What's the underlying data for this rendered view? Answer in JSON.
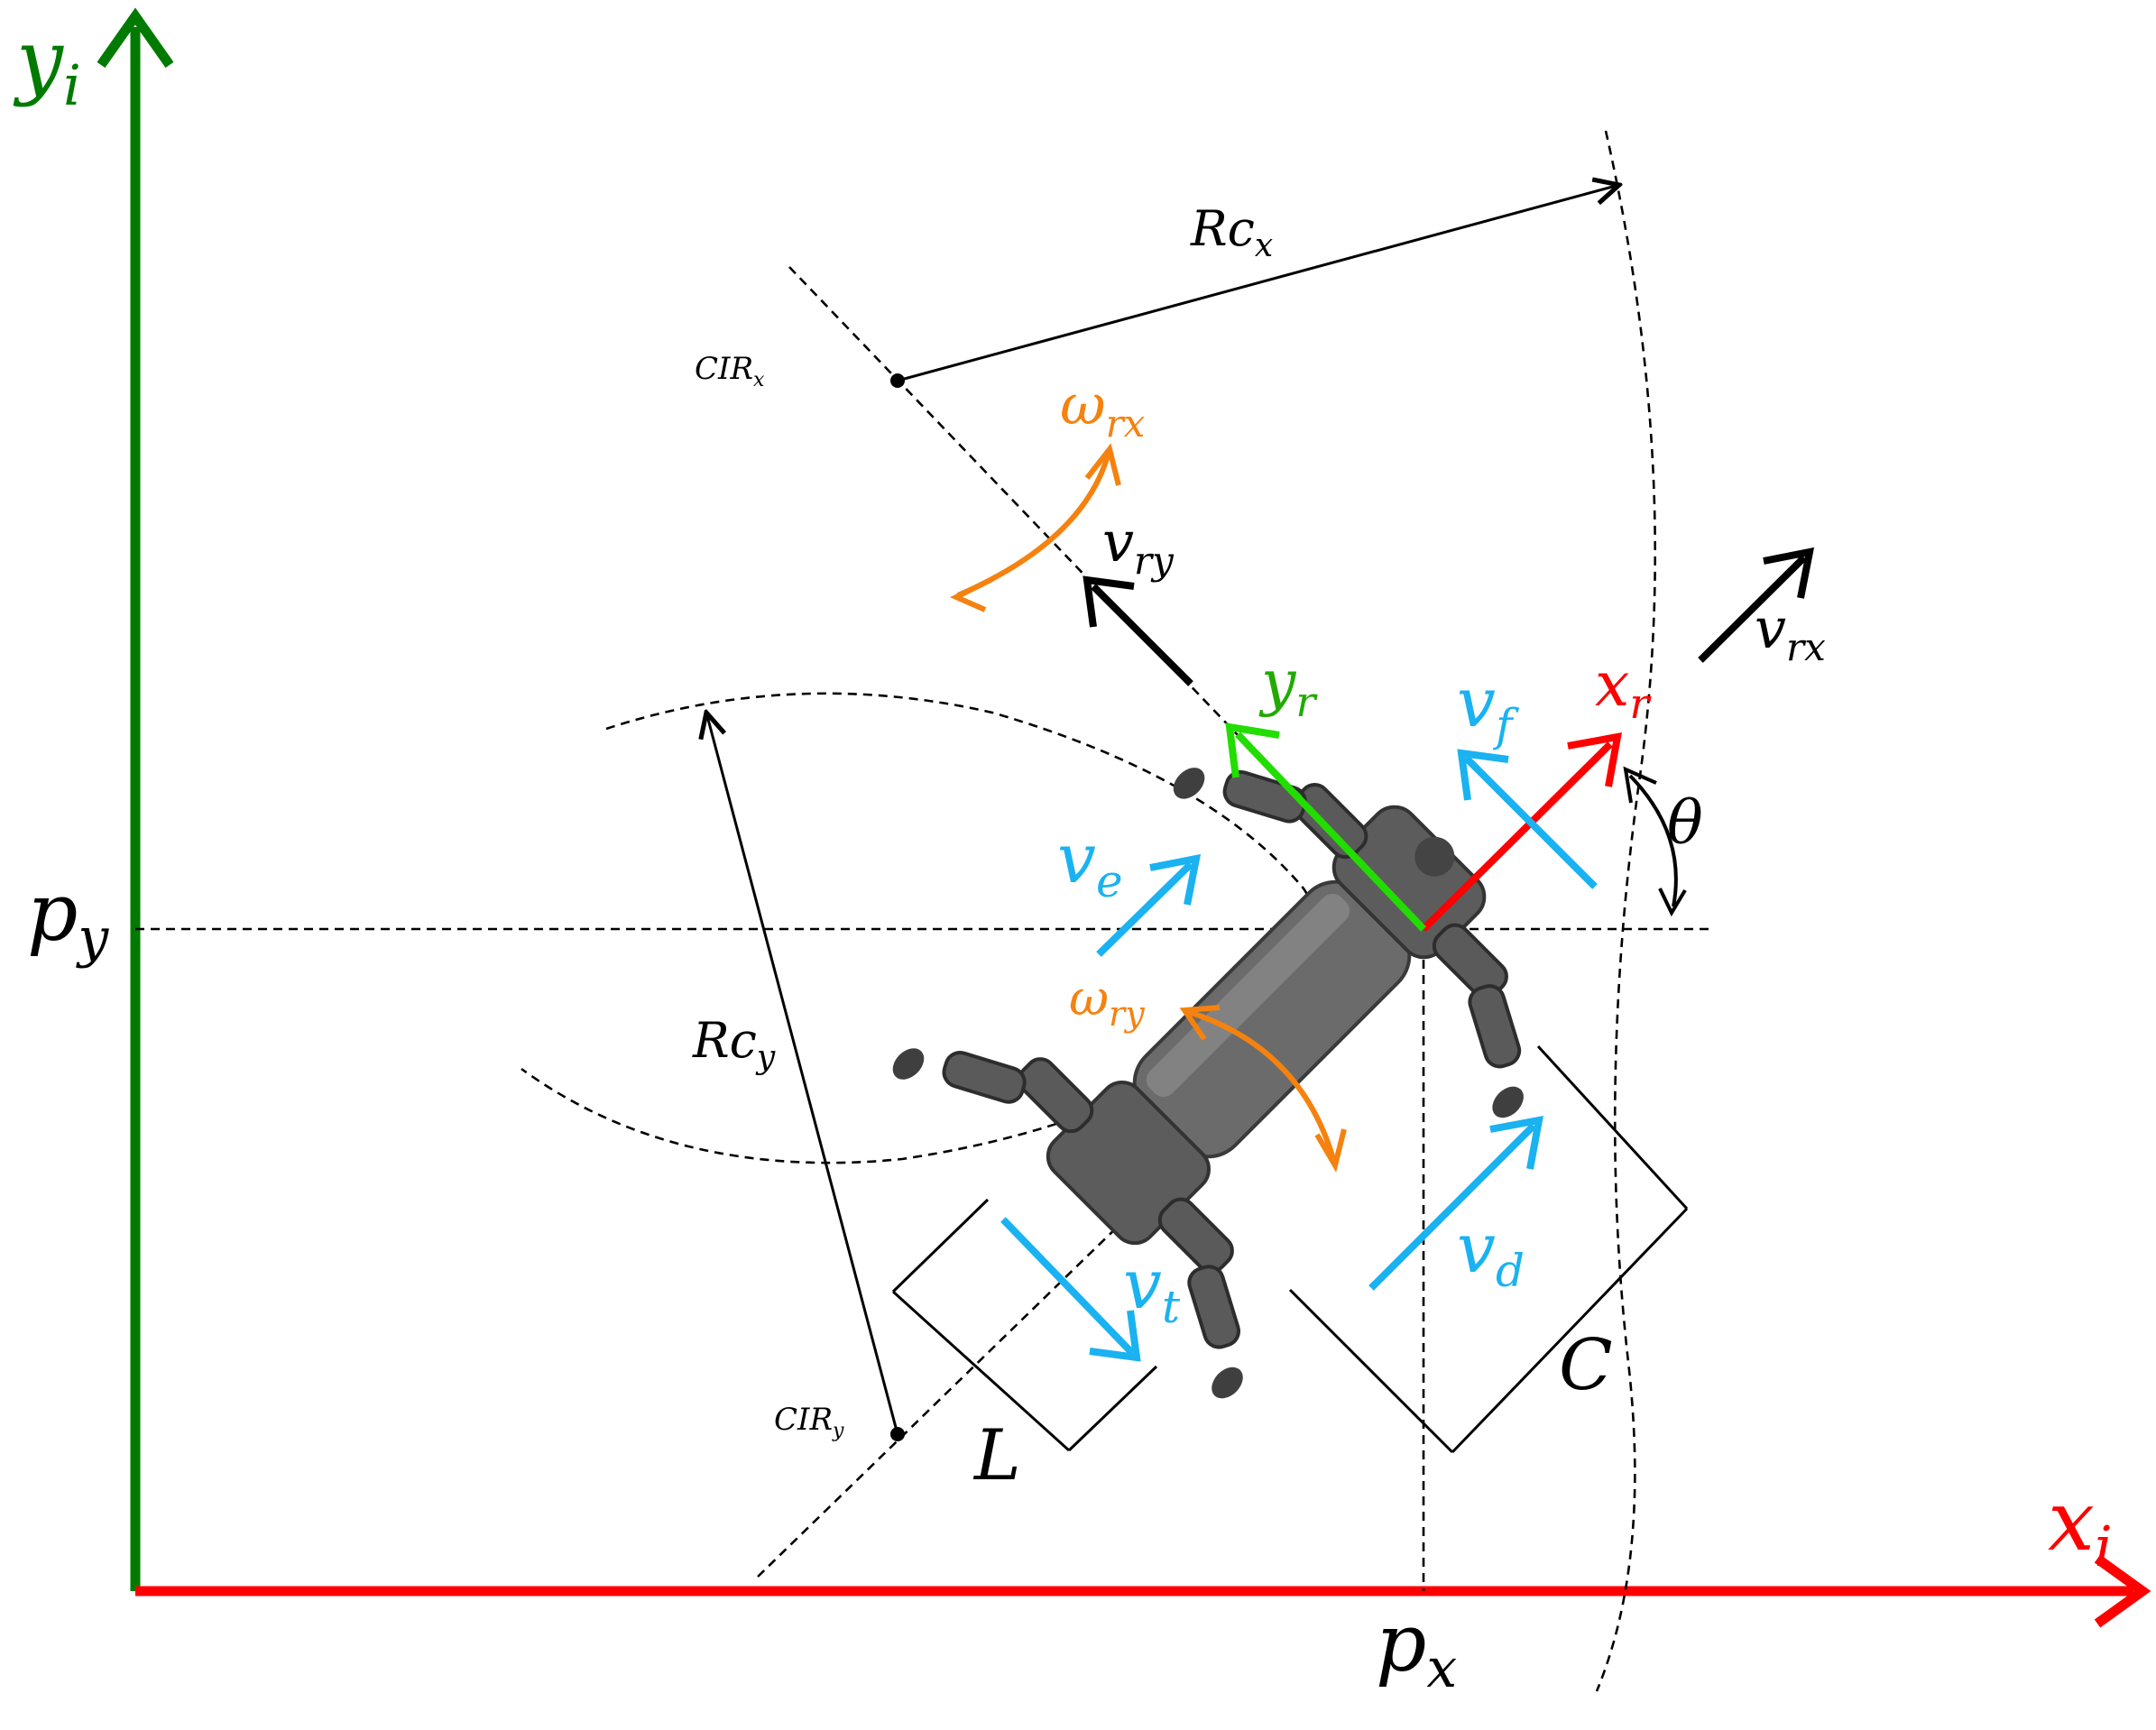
{
  "labels": {
    "yi": {
      "base": "y",
      "sub": "i"
    },
    "xi": {
      "base": "x",
      "sub": "i"
    },
    "py": {
      "base": "p",
      "sub": "y"
    },
    "px": {
      "base": "p",
      "sub": "x"
    },
    "rcx": {
      "base": "Rc",
      "sub": "x"
    },
    "rcy": {
      "base": "Rc",
      "sub": "y"
    },
    "cirx": {
      "base": "CIR",
      "sub": "x"
    },
    "ciry": {
      "base": "CIR",
      "sub": "y"
    },
    "omega_rx": {
      "base": "ω",
      "sub": "rx"
    },
    "omega_ry": {
      "base": "ω",
      "sub": "ry"
    },
    "v_ry": {
      "base": "v",
      "sub": "ry"
    },
    "v_rx": {
      "base": "v",
      "sub": "rx"
    },
    "yr": {
      "base": "y",
      "sub": "r"
    },
    "xr": {
      "base": "x",
      "sub": "r"
    },
    "v_f": {
      "base": "v",
      "sub": "f"
    },
    "v_e": {
      "base": "v",
      "sub": "e"
    },
    "v_t": {
      "base": "v",
      "sub": "t"
    },
    "v_d": {
      "base": "v",
      "sub": "d"
    },
    "theta": "θ",
    "L": "L",
    "C": "C"
  },
  "colors": {
    "inertial_x": "#ff0000",
    "inertial_y": "#007a00",
    "robot_x": "#ff0000",
    "robot_y": "#22dd00",
    "wheel_velocity": "#1ab2f0",
    "angular_velocity": "#f5820f",
    "body_velocity": "#000000",
    "robot_body": "#6b6b6b"
  },
  "icons": [
    "quadruped-robot-icon"
  ]
}
